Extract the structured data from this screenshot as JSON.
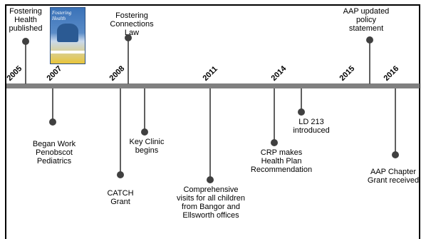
{
  "years": [
    "2005",
    "2007",
    "2008",
    "2011",
    "2014",
    "2015",
    "2016"
  ],
  "events": {
    "fostering_health": "Fostering\nHealth\npublished",
    "began_work": "Began Work\nPenobscot\nPediatrics",
    "fostering_connections": "Fostering\nConnections\nLaw",
    "catch_grant": "CATCH\nGrant",
    "key_clinic": "Key Clinic\nbegins",
    "comprehensive_visits": "Comprehensive\nvisits for all children\nfrom Bangor and\nEllsworth offices",
    "crp": "CRP makes\nHealth Plan\nRecommendation",
    "ld213": "LD 213\nintroduced",
    "aap_policy": "AAP updated\npolicy\nstatement",
    "aap_chapter": "AAP Chapter\nGrant received"
  },
  "book_cover": {
    "title": "Fostering Health",
    "icon": "book-cover-image"
  },
  "colors": {
    "timeline_bar": "#808080",
    "dot": "#404040",
    "stem": "#606060"
  }
}
